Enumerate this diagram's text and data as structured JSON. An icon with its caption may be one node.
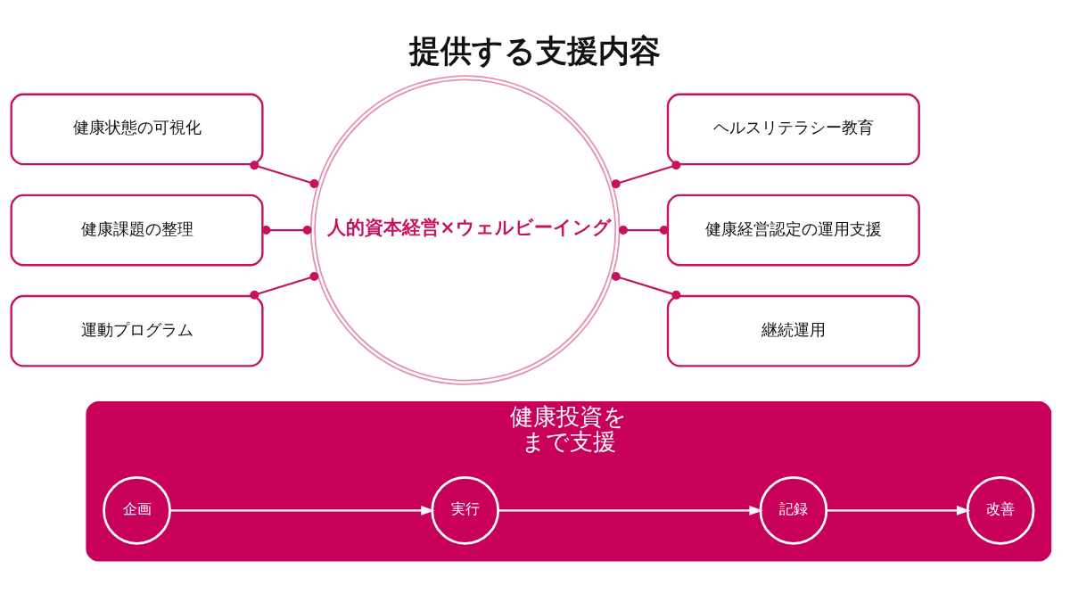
{
  "diagram": {
    "title": "提供する支援内容",
    "nodes": [
      {
        "text": [
          "健康状態の可視化"
        ]
      },
      {
        "text": [
          "健康課題の整理"
        ]
      },
      {
        "text": [
          "運動プログラム"
        ]
      },
      {
        "text": [
          "人的資本経営×ウェルビーイング"
        ]
      },
      {
        "text": [
          "ヘルスリテラシー教育"
        ]
      },
      {
        "text": [
          "健康経営認定の運用支援"
        ]
      },
      {
        "text": [
          "継続運用"
        ]
      },
      {
        "text": [
          "健康投資を",
          "まで支援"
        ]
      },
      {
        "text": [
          "企画"
        ],
        "in": 7
      },
      {
        "text": [
          "実行"
        ],
        "in": 7
      },
      {
        "text": [
          "記録"
        ],
        "in": 7
      },
      {
        "text": [
          "改善"
        ],
        "in": 7
      }
    ],
    "edges": [
      {
        "from": 0,
        "to": 3,
        "arrow": "other"
      },
      {
        "from": 1,
        "to": 3,
        "arrow": "other"
      },
      {
        "from": 2,
        "to": 3,
        "arrow": "other"
      },
      {
        "from": 3,
        "to": 4,
        "arrow": "other"
      },
      {
        "from": 3,
        "to": 5,
        "arrow": "other"
      },
      {
        "from": 3,
        "to": 6,
        "arrow": "other"
      },
      {
        "from": 8,
        "to": 9,
        "arrow": "to",
        "color": "#ffffff"
      },
      {
        "from": 9,
        "to": 10,
        "arrow": "to",
        "color": "#ffffff"
      },
      {
        "from": 10,
        "to": 11,
        "arrow": "to",
        "color": "#ffffff"
      }
    ]
  }
}
